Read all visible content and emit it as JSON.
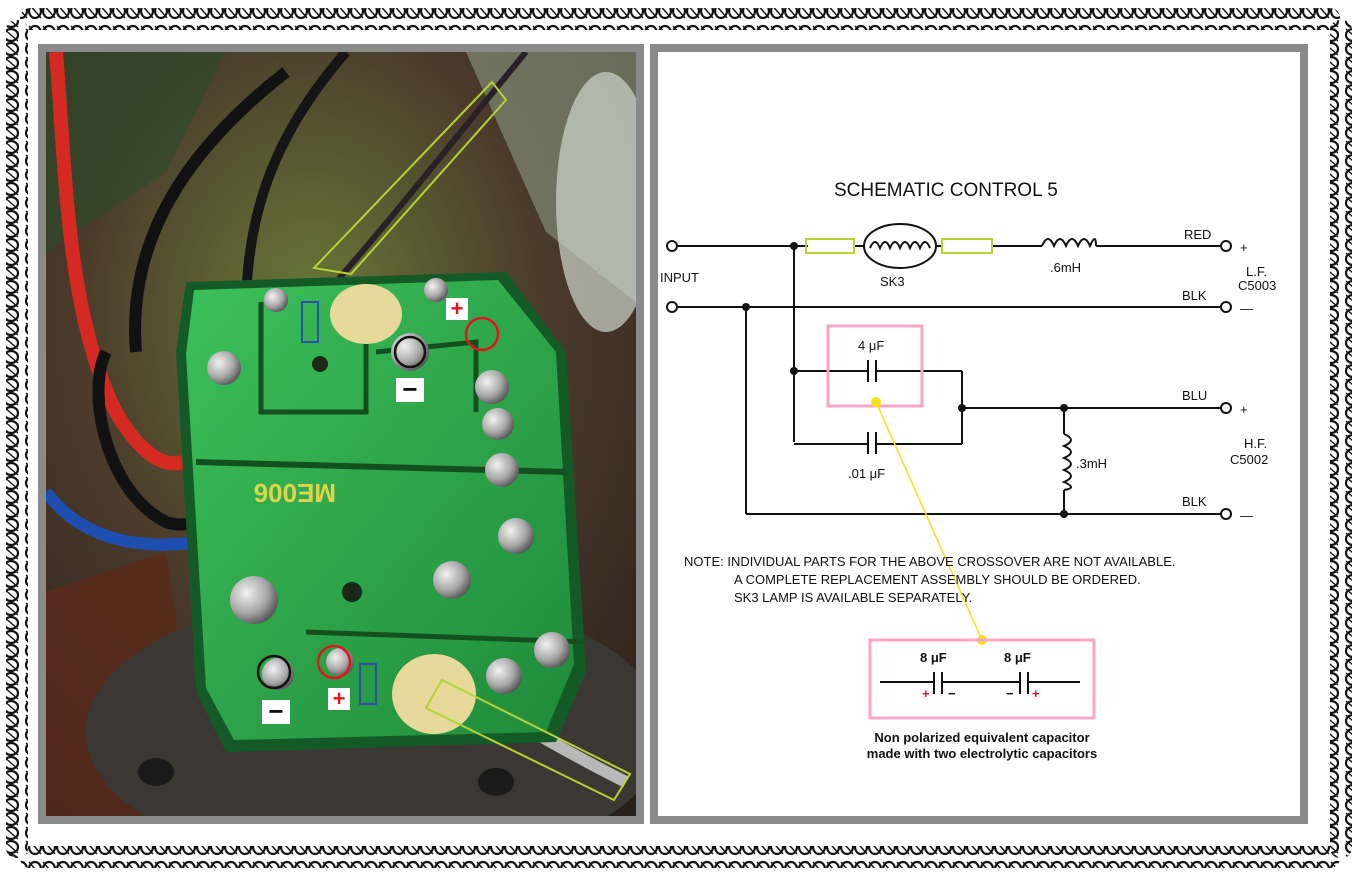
{
  "schematic": {
    "title": "SCHEMATIC CONTROL 5",
    "input_label": "INPUT",
    "red_label": "RED",
    "blk_label_top": "BLK",
    "blu_label": "BLU",
    "blk_label_bottom": "BLK",
    "lf_label_1": "L.F.",
    "lf_label_2": "C5003",
    "hf_label_1": "H.F.",
    "hf_label_2": "C5002",
    "lamp_label": "SK3",
    "inductor_top_label": ".6mH",
    "inductor_shunt_label": ".3mH",
    "cap_4uf_label": "4 μF",
    "cap_01uf_label": ".01 μF",
    "plus_sign": "+",
    "minus_sign": "—",
    "note_line_1": "NOTE: INDIVIDUAL PARTS FOR THE ABOVE CROSSOVER ARE NOT AVAILABLE.",
    "note_line_2": "A COMPLETE REPLACEMENT ASSEMBLY  SHOULD BE ORDERED.",
    "note_line_3": "SK3 LAMP IS AVAILABLE SEPARATELY."
  },
  "equivalent": {
    "cap_a_label": "8 μF",
    "cap_b_label": "8 μF",
    "pol_plus": "+",
    "pol_minus": "−",
    "caption_1": "Non polarized equivalent capacitor",
    "caption_2": "made with two electrolytic capacitors"
  },
  "photo": {
    "board_marking": "ME006",
    "plus_marker": "+",
    "minus_marker": "−"
  },
  "colors": {
    "highlight_green": "#b5d334",
    "highlight_pink": "#f4a6c6",
    "leader_yellow": "#f5e11a",
    "marker_red": "#e0161f",
    "marker_blue": "#2c4fa8",
    "pcb_green": "#2fa84a"
  }
}
